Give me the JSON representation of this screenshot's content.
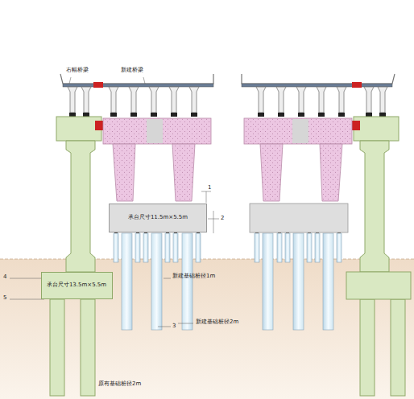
{
  "diagram": {
    "nodes": [
      {
        "text": [
          "承台尺寸11.5m×5.5m"
        ]
      },
      {
        "text": [
          "承台尺寸13.5m×5.5m"
        ]
      }
    ],
    "labels": [
      "右幅桥梁",
      "新建桥梁",
      "新建基础桩径1m",
      "新建基础桩径2m",
      "原有基础桩径2m",
      "1",
      "2",
      "3",
      "4",
      "5"
    ]
  }
}
